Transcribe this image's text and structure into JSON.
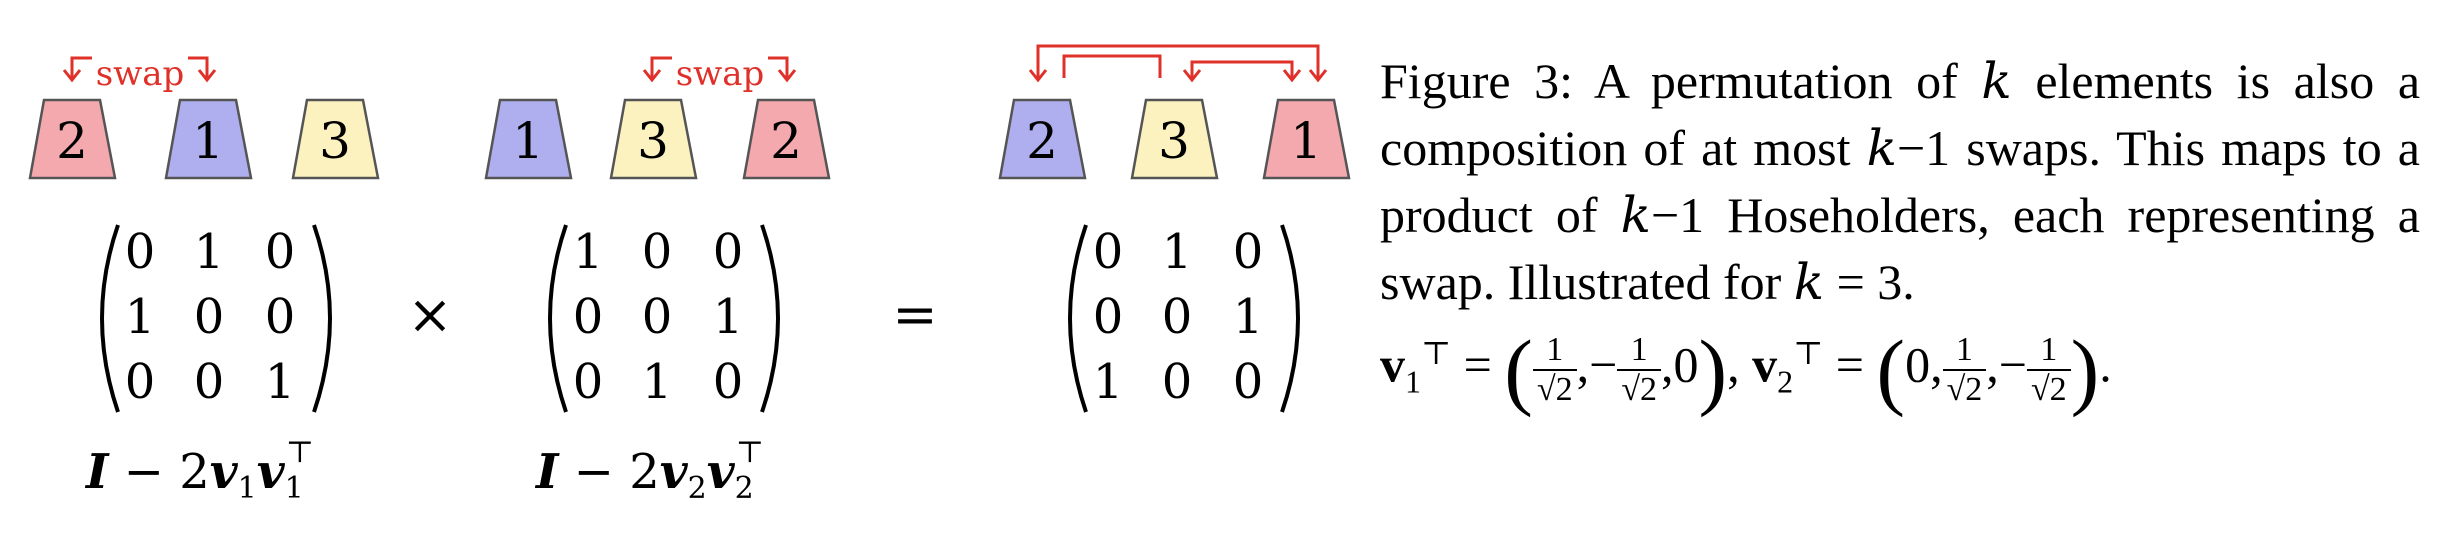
{
  "colors": {
    "red_box": "#F4A9AE",
    "blue_box": "#AFAFF0",
    "yellow_box": "#FBF2C0",
    "arrow": "#E0302A"
  },
  "swap_labels": {
    "left": "swap",
    "middle": "swap"
  },
  "groups": [
    {
      "boxes": [
        {
          "label": "2",
          "color": "red"
        },
        {
          "label": "1",
          "color": "blue"
        },
        {
          "label": "3",
          "color": "yellow"
        }
      ],
      "matrix": [
        [
          "0",
          "1",
          "0"
        ],
        [
          "1",
          "0",
          "0"
        ],
        [
          "0",
          "0",
          "1"
        ]
      ],
      "formula": {
        "I": "I",
        "minus": " − 2",
        "v": "v",
        "sub": "1",
        "sup": "⊤"
      }
    },
    {
      "boxes": [
        {
          "label": "1",
          "color": "blue"
        },
        {
          "label": "3",
          "color": "yellow"
        },
        {
          "label": "2",
          "color": "red"
        }
      ],
      "matrix": [
        [
          "1",
          "0",
          "0"
        ],
        [
          "0",
          "0",
          "1"
        ],
        [
          "0",
          "1",
          "0"
        ]
      ],
      "formula": {
        "I": "I",
        "minus": " − 2",
        "v": "v",
        "sub": "2",
        "sup": "⊤"
      }
    },
    {
      "boxes": [
        {
          "label": "2",
          "color": "blue"
        },
        {
          "label": "3",
          "color": "yellow"
        },
        {
          "label": "1",
          "color": "red"
        }
      ],
      "matrix": [
        [
          "0",
          "1",
          "0"
        ],
        [
          "0",
          "0",
          "1"
        ],
        [
          "1",
          "0",
          "0"
        ]
      ]
    }
  ],
  "operators": {
    "times": "×",
    "equals": "="
  },
  "caption": {
    "figure_label": "Figure 3:",
    "text_a": " A permutation of ",
    "k": "k",
    "text_b": " elements is also a composition of at most ",
    "text_c": "−1 swaps. This maps to a product of ",
    "text_d": "−1 Hosehold­ers, each representing a swap. Illustrated for ",
    "text_e": " = 3.",
    "v": "v",
    "v1_sub": "1",
    "v2_sub": "2",
    "T": "⊤",
    "eq": " = ",
    "one": "1",
    "sqrt2": "√2",
    "minus": "−",
    "zero": "0",
    "comma": ",",
    "period": "."
  }
}
